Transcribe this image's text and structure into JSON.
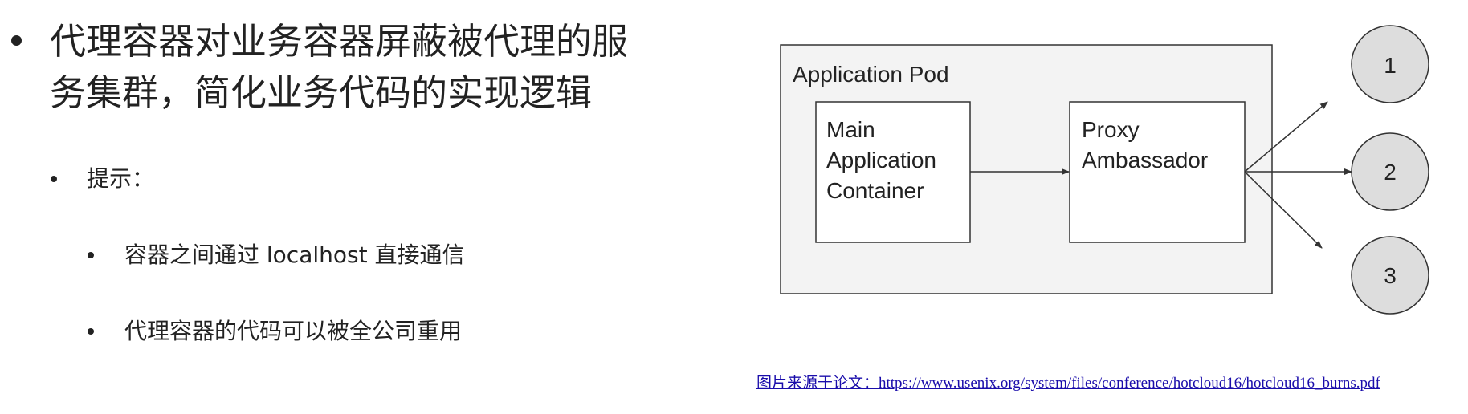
{
  "bullets": {
    "main_line1": "代理容器对业务容器屏蔽被代理的服",
    "main_line2": "务集群，简化业务代码的实现逻辑",
    "tip_label": "提示：",
    "sub1": "容器之间通过 localhost 直接通信",
    "sub2": "代理容器的代码可以被全公司重用"
  },
  "diagram": {
    "pod_label": "Application Pod",
    "main_container_lines": [
      "Main",
      "Application",
      "Container"
    ],
    "proxy_lines": [
      "Proxy",
      "Ambassador"
    ],
    "nodes": [
      "1",
      "2",
      "3"
    ]
  },
  "source": {
    "text": "图片来源于论文：https://www.usenix.org/system/files/conference/hotcloud16/hotcloud16_burns.pdf"
  },
  "colors": {
    "pod_fill": "#f3f3f3",
    "node_fill": "#dddddd",
    "link": "#1a0dab"
  }
}
